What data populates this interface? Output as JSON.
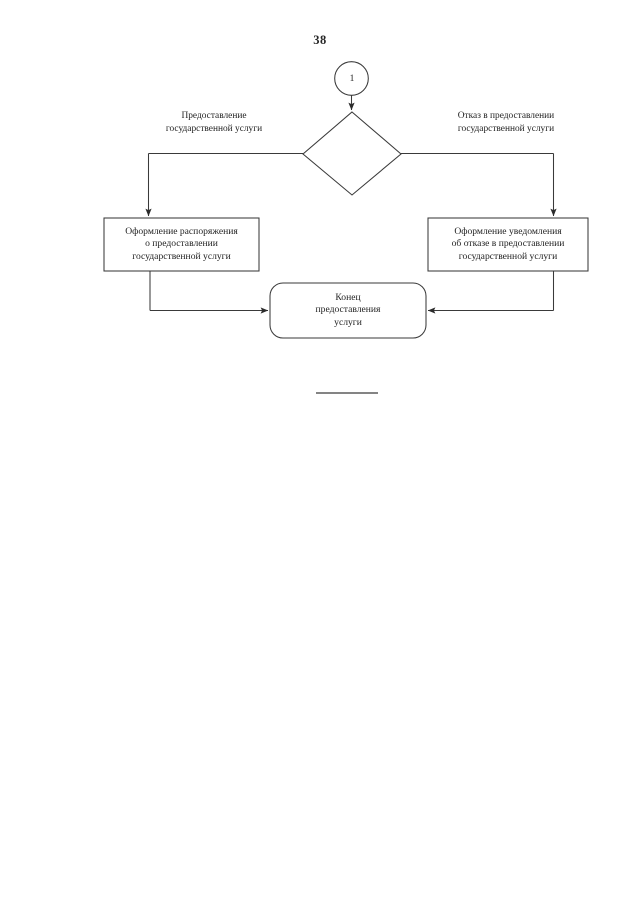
{
  "document": {
    "page_number": "38"
  },
  "diagram": {
    "type": "flowchart",
    "title": "",
    "nodes": [
      {
        "id": "connector-1",
        "shape": "circle",
        "label": "1",
        "lines": [
          "1"
        ]
      },
      {
        "id": "decision",
        "shape": "diamond",
        "label": "",
        "lines": []
      },
      {
        "id": "process-left",
        "shape": "rectangle",
        "lines": [
          "Оформление распоряжения",
          "о предоставлении",
          "государственной услуги"
        ]
      },
      {
        "id": "process-right",
        "shape": "rectangle",
        "lines": [
          "Оформление уведомления",
          "об отказе в предоставлении",
          "государственной услуги"
        ]
      },
      {
        "id": "terminal-end",
        "shape": "rounded-rectangle",
        "lines": [
          "Конец",
          "предоставления",
          "услуги"
        ]
      }
    ],
    "edge_labels": [
      {
        "id": "branch-yes",
        "side": "left",
        "lines": [
          "Предоставление",
          "государственной услуги"
        ]
      },
      {
        "id": "branch-no",
        "side": "right",
        "lines": [
          "Отказ в предоставлении",
          "государственной услуги"
        ]
      }
    ],
    "edges": [
      {
        "from": "connector-1",
        "to": "decision"
      },
      {
        "from": "decision",
        "to": "process-left",
        "label": "branch-yes"
      },
      {
        "from": "decision",
        "to": "process-right",
        "label": "branch-no"
      },
      {
        "from": "process-left",
        "to": "terminal-end"
      },
      {
        "from": "process-right",
        "to": "terminal-end"
      }
    ],
    "colors": {
      "stroke": "#333333",
      "text": "#1f1f1f",
      "background": "#ffffff"
    }
  },
  "footer": {
    "divider": ""
  }
}
